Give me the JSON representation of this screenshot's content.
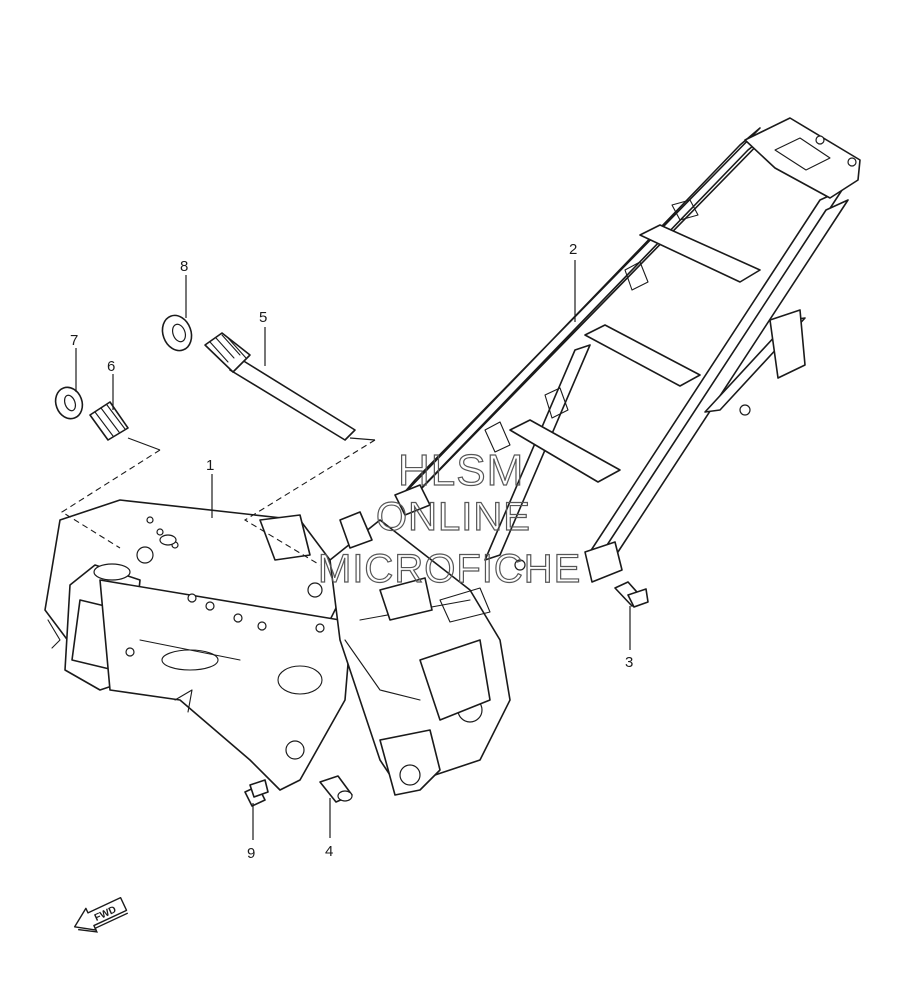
{
  "diagram": {
    "callouts": [
      {
        "id": "1",
        "label": "1"
      },
      {
        "id": "2",
        "label": "2"
      },
      {
        "id": "3",
        "label": "3"
      },
      {
        "id": "4",
        "label": "4"
      },
      {
        "id": "5",
        "label": "5"
      },
      {
        "id": "6",
        "label": "6"
      },
      {
        "id": "7",
        "label": "7"
      },
      {
        "id": "8",
        "label": "8"
      },
      {
        "id": "9",
        "label": "9"
      }
    ],
    "watermark": {
      "line1": "HLSM",
      "line2": "ONLINE",
      "line3": "MICROFICHE"
    },
    "direction_badge": "FWD"
  }
}
